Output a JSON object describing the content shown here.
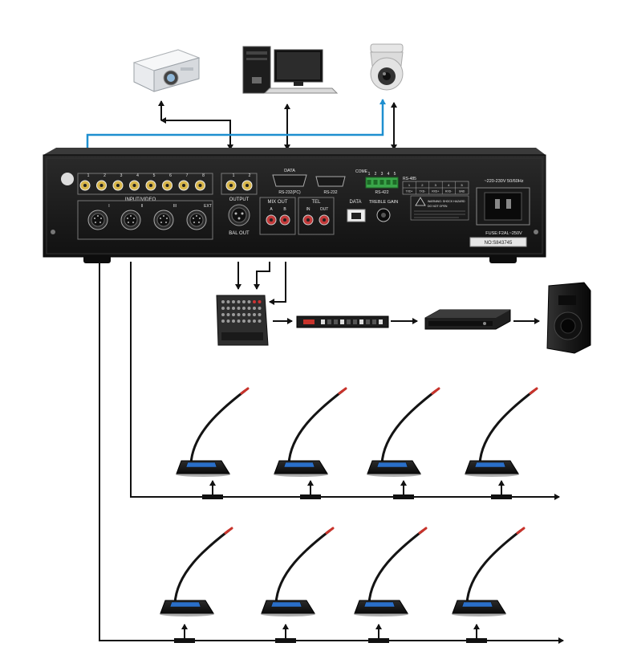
{
  "panel": {
    "input_video": "INPUT/VIDEO",
    "output": "OUTPUT",
    "bal_out": "BAL OUT",
    "data_top": "DATA",
    "rs232pc": "RS-232(PC)",
    "rs232": "RS-232",
    "come": "COME",
    "rs485": "RS-485",
    "rs422": "RS-422",
    "mix_out": "MIX OUT",
    "tel": "TEL",
    "mix_a": "A",
    "mix_b": "B",
    "tel_in": "IN",
    "tel_out": "OUT",
    "data": "DATA",
    "treble_gain": "TREBLE GAIN",
    "voltage": "~220-230V 50/60Hz",
    "fuse": "FUSE:F2AL~250V",
    "serial": "NO:S843745",
    "input_numbers": [
      "1",
      "2",
      "3",
      "4",
      "5",
      "6",
      "7",
      "8"
    ],
    "output_numbers": [
      "1",
      "2"
    ],
    "ext_labels": [
      "I",
      "II",
      "III",
      "EXT"
    ],
    "come_numbers": [
      "1",
      "2",
      "3",
      "4",
      "5"
    ],
    "rs485_pins": [
      "1",
      "2",
      "3",
      "4",
      "5"
    ],
    "rs485_signals": [
      "TXD+",
      "TXD-",
      "RXD+",
      "RXD-",
      "GND"
    ],
    "warning_line1": "WARNING: SHOCK HAZARD",
    "warning_line2": "DO NOT OPEN"
  },
  "colors": {
    "serial_link": "#1e8fd0",
    "wire": "#111111",
    "panel": "#1c1c1c"
  },
  "devices": {
    "top": [
      "projector",
      "desktop-computer",
      "ptz-camera"
    ],
    "audio_chain": [
      "audio-mixer",
      "signal-processor",
      "power-amplifier",
      "loudspeaker"
    ],
    "microphone_rows": 2,
    "microphones_per_row": 4
  }
}
